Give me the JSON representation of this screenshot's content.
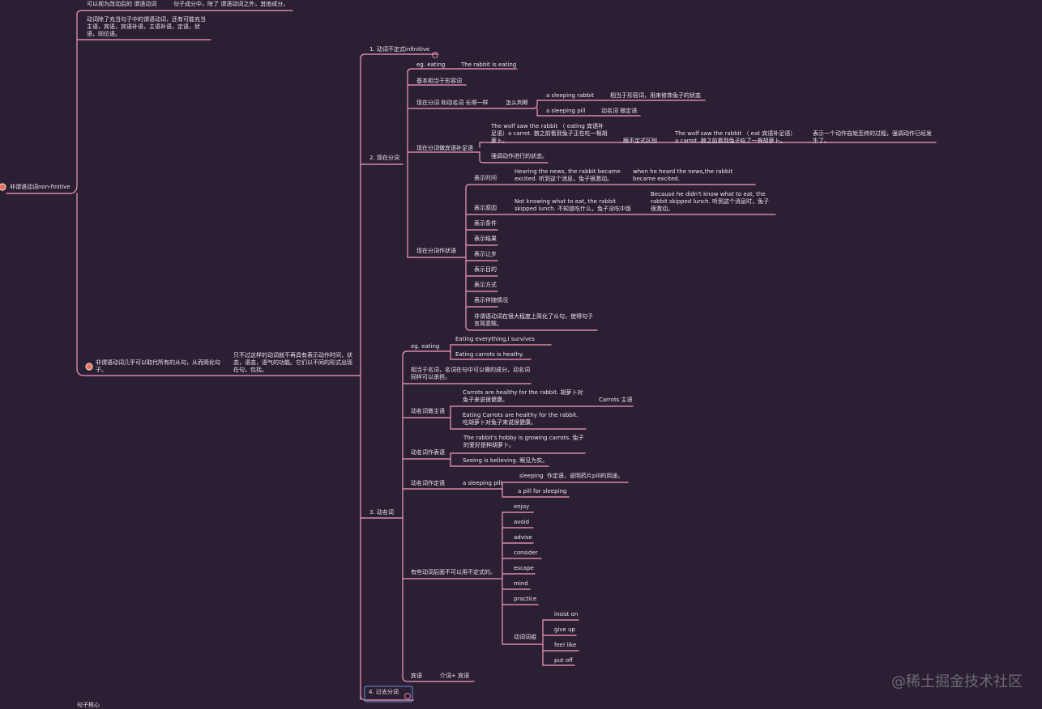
{
  "root": {
    "label": "非谓语动词non-finitive",
    "intro_top": "可以视为改动后的 谓语动词",
    "intro_top_right": "句子成分中，除了 谓语动词之外，其他成分。",
    "intro_note": "动词除了充当句子中的谓语动词，还有可能充当主语，宾语，宾语补语，主语补语，定语，状语，同位语。",
    "replace_note": "非谓语动词几乎可以取代所有的从句，从而简化句子。",
    "replace_detail": "只不过这样的动词就不再具有表示动作时间，状态，语态，语气的功能。它们以不同的形式出现在句，包括。"
  },
  "branches": [
    "1. 动词不定式infinitive",
    "2. 现在分词",
    "3. 动名词",
    "4. 过去分词"
  ],
  "participle": {
    "eg": "eg. eating",
    "eg_sentence": "The rabbit is eating",
    "adj_like": "基本相当于形容词",
    "same_form": "现在分词 和动名词 长得一样",
    "how_judge": "怎么判断",
    "sleeping_rabbit": "a sleeping rabbit",
    "sleeping_rabbit_note": "相当于形容词，用来修饰兔子的状态",
    "sleeping_pill": "a sleeping pill",
    "sleeping_pill_note": "动名词 做定语",
    "complement": "现在分词做宾语补足语",
    "wolf_eating": "The wolf saw the rabbit （ eating 宾语补足语）a carrot. 狼之前看到兔子正在吃一根胡萝卜。",
    "diff_infinitive": "跟不定式区别",
    "wolf_eat": "The wolf saw the rabbit （ eat 宾语补足语）a carrot. 狼之前看到兔子吃了一根胡萝卜。",
    "wolf_eat_note": "表示一个动作自始至终的过程，强调动作已经发生了。",
    "progress_note": "强调动作进行的状态。",
    "adverbial": "现在分词作状语",
    "adverbial_types": [
      "表示时间",
      "表示原因",
      "表示条件",
      "表示结果",
      "表示让步",
      "表示目的",
      "表示方式",
      "表示伴随情况"
    ],
    "time_example": "Hearing the news, the rabbit became excited. 听到这个消息，兔子很激动。",
    "time_clause": "when he heard the news,the rabbit became excited.",
    "reason_example": "Not knowing what to eat, the rabbit skipped lunch. 不知道吃什么，兔子没吃中饭",
    "reason_clause": "Because he didn't know what to eat, the rabbit skipped lunch. 听到这个消息时，兔子很激动。",
    "simplify_note": "非谓语动词在很大程度上简化了从句，使得句子言简意赅。"
  },
  "gerund": {
    "eg": "eg. eating",
    "eg_sentence1": "Eating everything,I survives",
    "eg_sentence2": "Eating carrots is heathy.",
    "noun_like": "相当于名词，名词在句中可以做的成分，动名词同样可以承担。",
    "subject": "动名词做主语",
    "subject_ex1": "Carrots are healthy for the rabbit. 胡萝卜对兔子来说很健康。",
    "subject_ex1_note": "Carrots 主语",
    "subject_ex2": "Eating Carrots are healthy for the rabbit. 吃胡萝卜对兔子来说很健康。",
    "predicative": "动名词作表语",
    "predicative_ex1": "The rabbit's hobby is growing carrots. 兔子的爱好是种胡萝卜。",
    "predicative_ex2": "Seeing is believing. 眼见为实。",
    "attributive": "动名词作定语",
    "attr_pill": "a sleeping pill",
    "attr_pill_note": "sleeping  作定语，说明药片pill的用途。",
    "attr_pill_for": "a pill for sleeping",
    "verbs_title": "有些动词后面不可以用不定式的。",
    "verbs": [
      "enjoy",
      "avoid",
      "advise",
      "consider",
      "escape",
      "mind",
      "practice"
    ],
    "phrase_title": "动词词组",
    "phrases": [
      "insist on",
      "give up",
      "feel like",
      "put off"
    ],
    "object": "宾语",
    "object_detail": "介词+ 宾语"
  },
  "bottom_cut": "句子核心",
  "watermark": "@稀土掘金技术社区",
  "colors": {
    "background": "#2a1f33",
    "line": "#d88aa8",
    "text": "#ece6f0",
    "accent": "#e8705a",
    "selection": "#6b8fd6"
  }
}
